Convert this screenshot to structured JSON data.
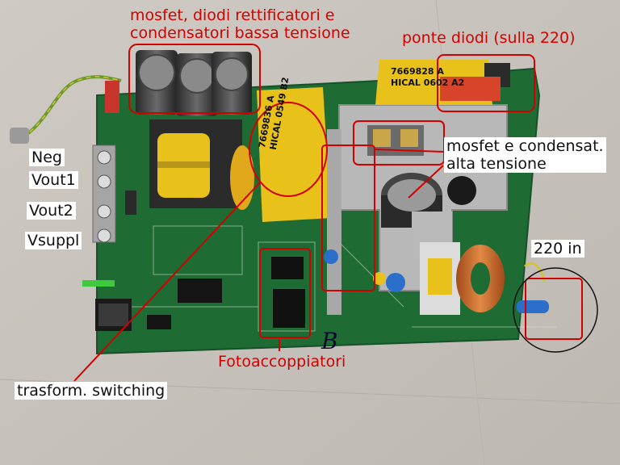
{
  "annotations": {
    "mosfet_bassa": [
      "mosfet, diodi rettificatori e",
      "condensatori bassa tensione"
    ],
    "ponte_diodi": "ponte diodi (sulla 220)",
    "mosfet_alta": [
      "mosfet e condensat.",
      "alta tensione"
    ],
    "ingresso_220": "220 in",
    "fotoaccoppiatori": "Fotoaccoppiatori",
    "trasformatore": "trasform. switching"
  },
  "terminals": [
    "Neg",
    "Vout1",
    "Vout2",
    "Vsuppl"
  ],
  "chip_labels": {
    "transformer_big": [
      "7669836 A",
      "HICAL 0549 B2"
    ],
    "transformer_small": [
      "7669828 A",
      "HICAL 0602 A2"
    ]
  },
  "board_marking": "B",
  "colors": {
    "annotation_red": "#d40000",
    "pcb_green": "#1f6b34",
    "label_yellow": "#e8c21a"
  }
}
